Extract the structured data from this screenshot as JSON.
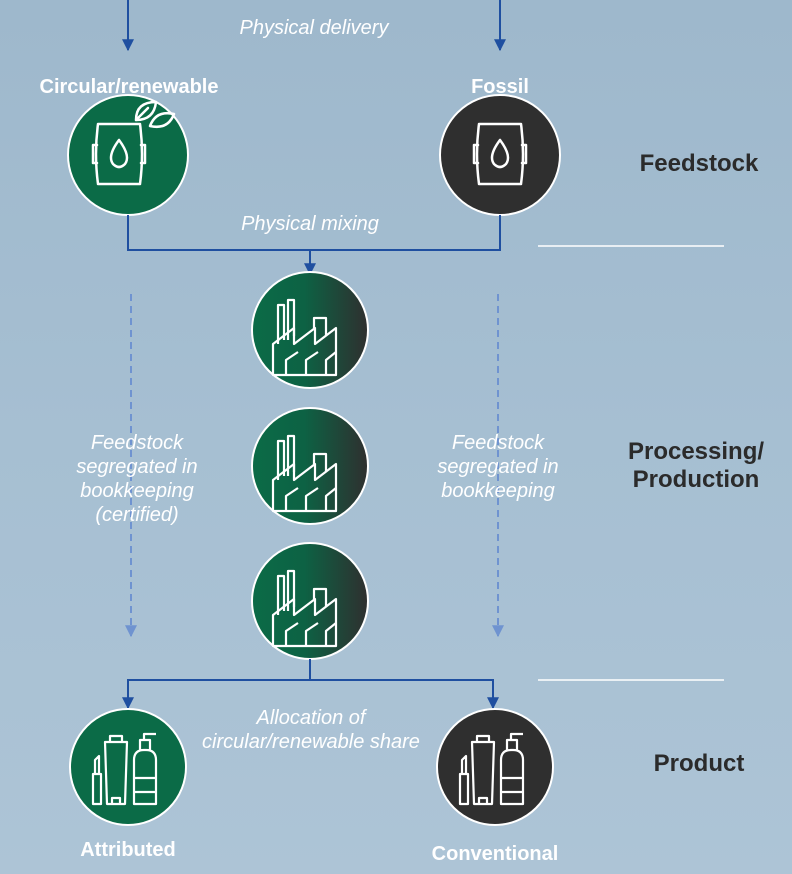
{
  "top_label": "Physical delivery",
  "feedstock": {
    "left_label": "Circular/renewable",
    "right_label": "Fossil",
    "mixing_label": "Physical mixing"
  },
  "processing": {
    "left_note": "Feedstock segregated in bookkeeping (certified)",
    "right_note": "Feedstock segregated in bookkeeping"
  },
  "product": {
    "allocation_label": "Allocation of circular/renewable share",
    "left_label": "Attributed",
    "right_label": "Conventional"
  },
  "stages": {
    "feedstock": "Feedstock",
    "processing": "Processing/ Production",
    "product": "Product"
  },
  "colors": {
    "green": "#0b6b47",
    "dark": "#2f2f2f",
    "arrow_blue": "#1f4fa0",
    "dashed_blue": "#6f93d0"
  },
  "icons": {
    "left_feedstock": "barrel-leaf-icon",
    "right_feedstock": "barrel-drop-icon",
    "factories": [
      "factory-icon",
      "factory-icon",
      "factory-icon"
    ],
    "left_product": "cosmetics-icon",
    "right_product": "cosmetics-icon"
  }
}
